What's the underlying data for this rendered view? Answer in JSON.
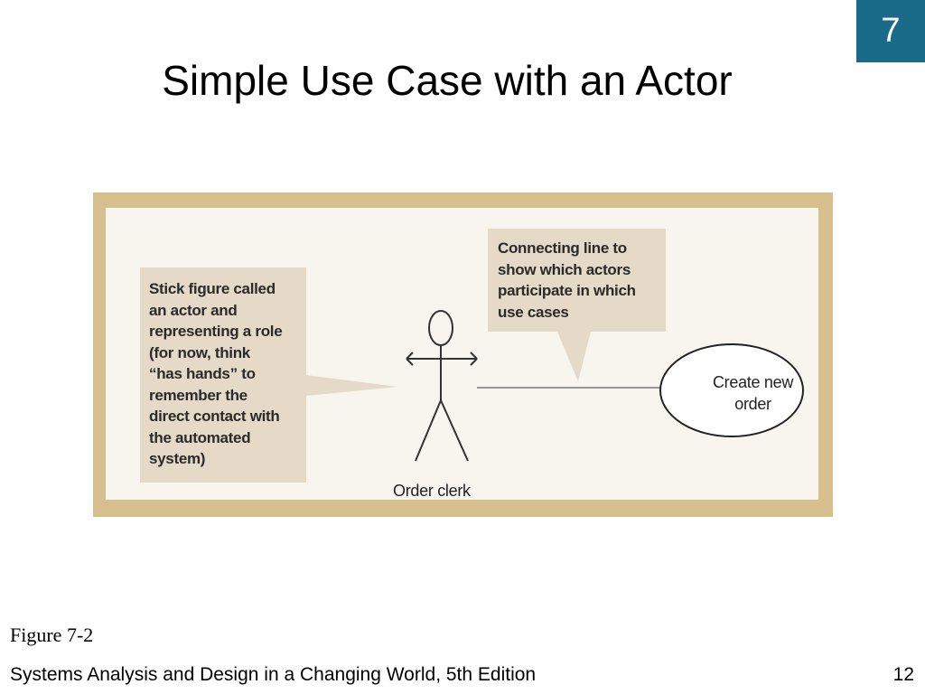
{
  "chapter_badge": "7",
  "title": "Simple Use Case with an Actor",
  "diagram": {
    "callout_actor": "Stick figure called\nan actor and\nrepresenting a role\n (for now, think\n“has hands” to\nremember the\ndirect contact with\nthe automated\nsystem)",
    "callout_line": "Connecting line to\nshow which actors\nparticipate in which\nuse cases",
    "actor_label": "Order clerk",
    "usecase_label": "Create new\norder",
    "colors": {
      "frame": "#d6bf8c",
      "inner": "#f8f5ee",
      "callout": "#e4dac7",
      "badge": "#1a6a8a"
    }
  },
  "figure_caption": "Figure 7-2",
  "footer": "Systems Analysis and Design in a Changing World, 5th Edition",
  "page_number": "12"
}
